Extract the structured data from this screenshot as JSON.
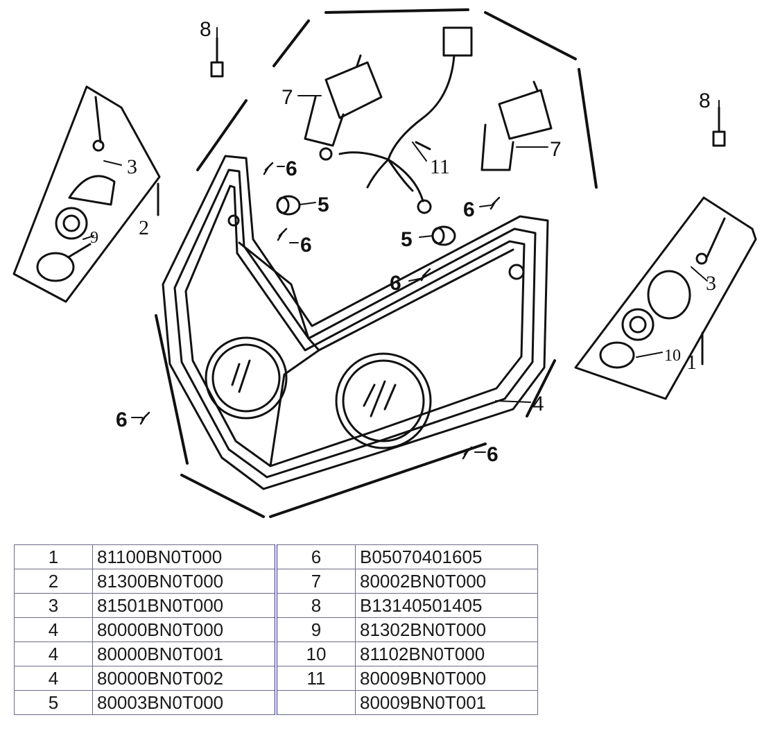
{
  "callouts": [
    "1",
    "2",
    "3",
    "3",
    "4",
    "5",
    "5",
    "6",
    "6",
    "6",
    "6",
    "6",
    "6",
    "7",
    "7",
    "8",
    "8",
    "9",
    "10",
    "11"
  ],
  "parts_table": {
    "rows": [
      [
        {
          "no": "1",
          "part": "81100BN0T000"
        },
        {
          "no": "6",
          "part": "B05070401605"
        }
      ],
      [
        {
          "no": "2",
          "part": "81300BN0T000"
        },
        {
          "no": "7",
          "part": "80002BN0T000"
        }
      ],
      [
        {
          "no": "3",
          "part": "81501BN0T000"
        },
        {
          "no": "8",
          "part": "B13140501405"
        }
      ],
      [
        {
          "no": "4",
          "part": "80000BN0T000"
        },
        {
          "no": "9",
          "part": "81302BN0T000"
        }
      ],
      [
        {
          "no": "4",
          "part": "80000BN0T001"
        },
        {
          "no": "10",
          "part": "81102BN0T000"
        }
      ],
      [
        {
          "no": "4",
          "part": "80000BN0T002"
        },
        {
          "no": "11",
          "part": "80009BN0T000"
        }
      ],
      [
        {
          "no": "5",
          "part": "80003BN0T000"
        },
        {
          "no": "",
          "part": "80009BN0T001"
        }
      ]
    ]
  }
}
